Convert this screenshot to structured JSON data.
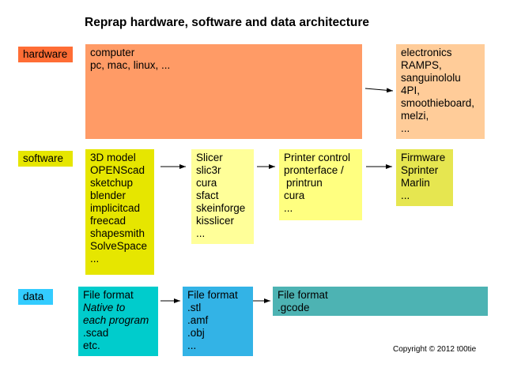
{
  "title": "Reprap hardware, software and data architecture",
  "labels": {
    "hardware": "hardware",
    "software": "software",
    "data": "data"
  },
  "colors": {
    "hardware_label": "#ff6d35",
    "hardware_box": "#ff9b66",
    "electronics_box": "#ffcc99",
    "software_label": "#e6e600",
    "model_box": "#e6e600",
    "slicer_box": "#ffff99",
    "printer_box": "#ffff80",
    "firmware_box": "#e6e650",
    "data_label": "#33ccff",
    "format_native_box": "#00cccc",
    "format_stl_box": "#33b3e6",
    "format_gcode_box": "#4db3b3"
  },
  "hardware": {
    "computer": [
      "computer",
      "pc, mac, linux, ..."
    ],
    "electronics": [
      "electronics",
      "RAMPS,",
      "sanguinololu",
      "4PI,",
      "smoothieboard,",
      "melzi,",
      "..."
    ]
  },
  "software": {
    "model": [
      "3D model",
      "OPENScad",
      "sketchup",
      "blender",
      "implicitcad",
      "freecad",
      "shapesmith",
      "SolveSpace",
      "..."
    ],
    "slicer": [
      "Slicer",
      "slic3r",
      "cura",
      "sfact",
      "skeinforge",
      "kisslicer",
      "..."
    ],
    "printer": [
      "Printer control",
      "pronterface /",
      "printrun",
      "cura",
      "..."
    ],
    "firmware": [
      "Firmware",
      "Sprinter",
      "Marlin",
      "..."
    ]
  },
  "data": {
    "native": [
      "File format",
      "Native to",
      "each program",
      ".scad",
      "etc."
    ],
    "stl": [
      "File format",
      ".stl",
      ".amf",
      ".obj",
      "..."
    ],
    "gcode": [
      "File format",
      ".gcode"
    ]
  },
  "copyright": "Copyright © 2012 t00tie"
}
